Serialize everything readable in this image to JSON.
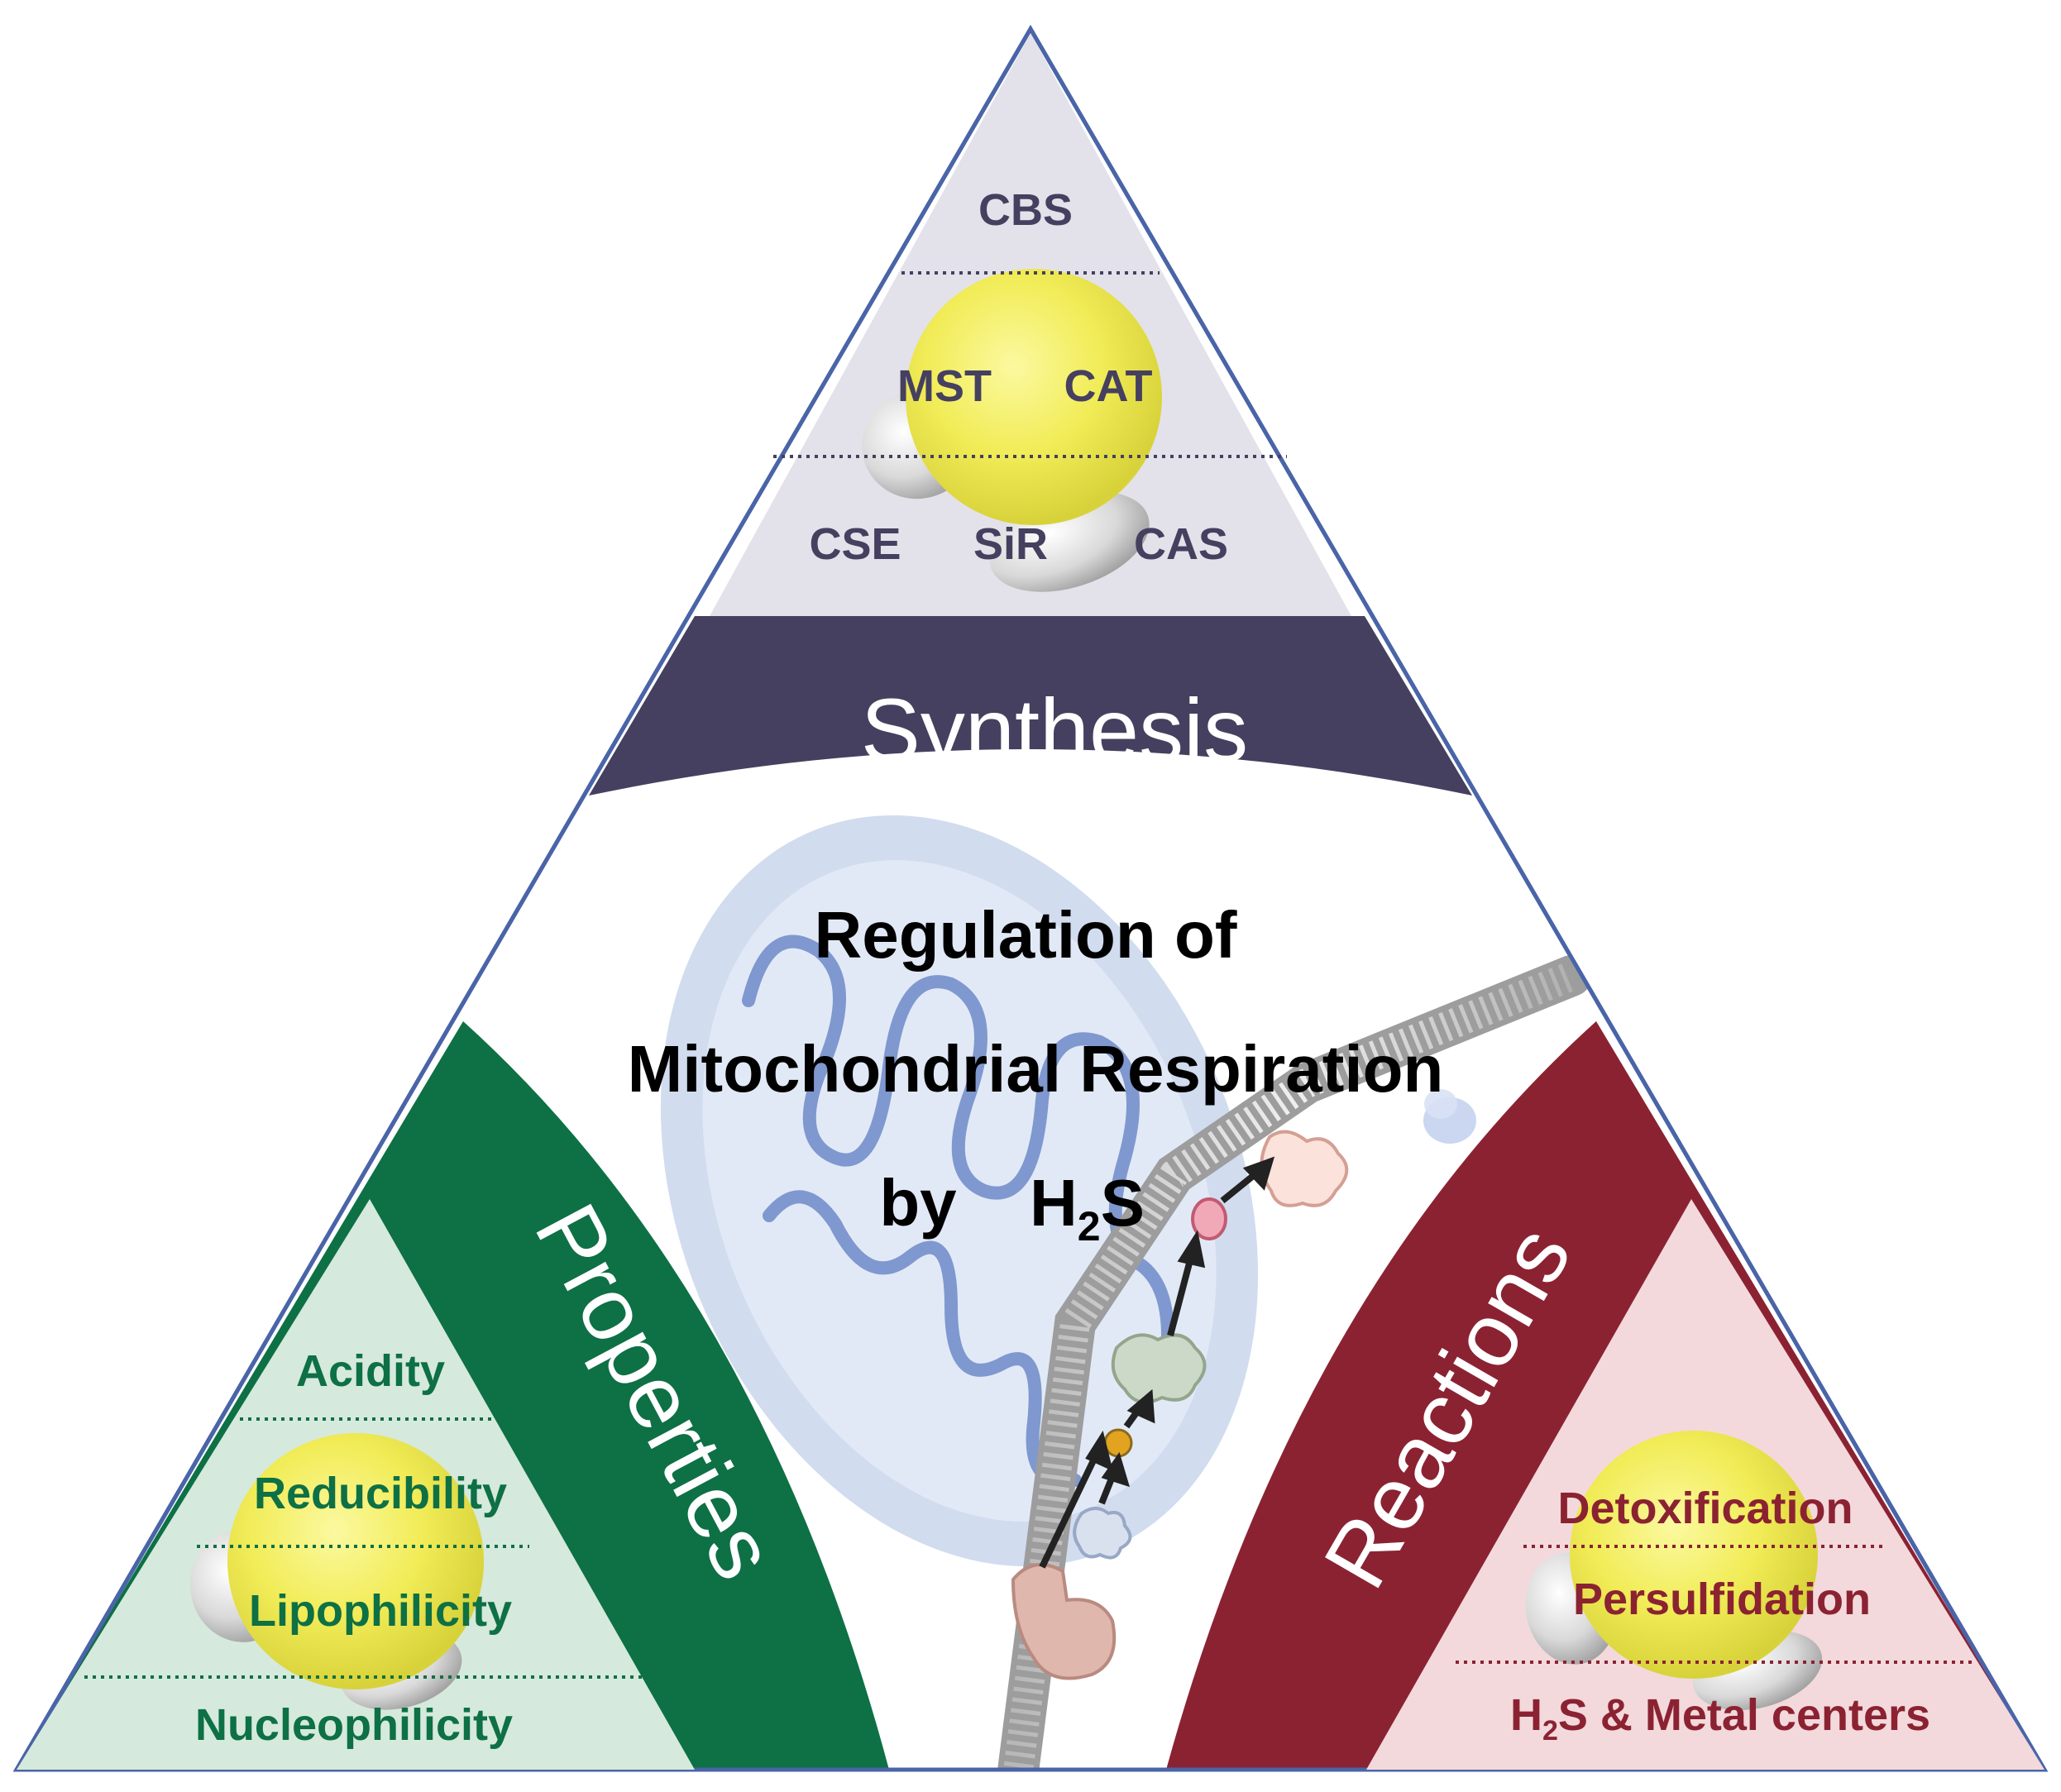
{
  "title": {
    "line1": "Regulation of",
    "line2": "Mitochondrial Respiration",
    "line3_prefix": "by",
    "molecule_main": "H",
    "molecule_sub": "2",
    "molecule_tail": "S"
  },
  "synthesis": {
    "label": "Synthesis",
    "items": [
      "CBS",
      "MST",
      "CAT",
      "CSE",
      "SiR",
      "CAS"
    ]
  },
  "properties": {
    "label": "Properties",
    "items": [
      "Acidity",
      "Reducibility",
      "Lipophilicity",
      "Nucleophilicity"
    ]
  },
  "reactions": {
    "label": "Reactions",
    "items": [
      "Detoxification",
      "Persulfidation"
    ],
    "metal_main": "H",
    "metal_sub": "2",
    "metal_tail": "S & Metal centers"
  },
  "colors": {
    "synthesis": "#45405f",
    "properties": "#0e7045",
    "reactions": "#8b2232",
    "synthesis_bg": "#e3e2ea",
    "properties_bg": "#d6e9dd",
    "reactions_bg": "#f3d9dc",
    "sphere": "#f4f06a",
    "outline": "#4a64a8",
    "mito": "#c9d6ec"
  }
}
